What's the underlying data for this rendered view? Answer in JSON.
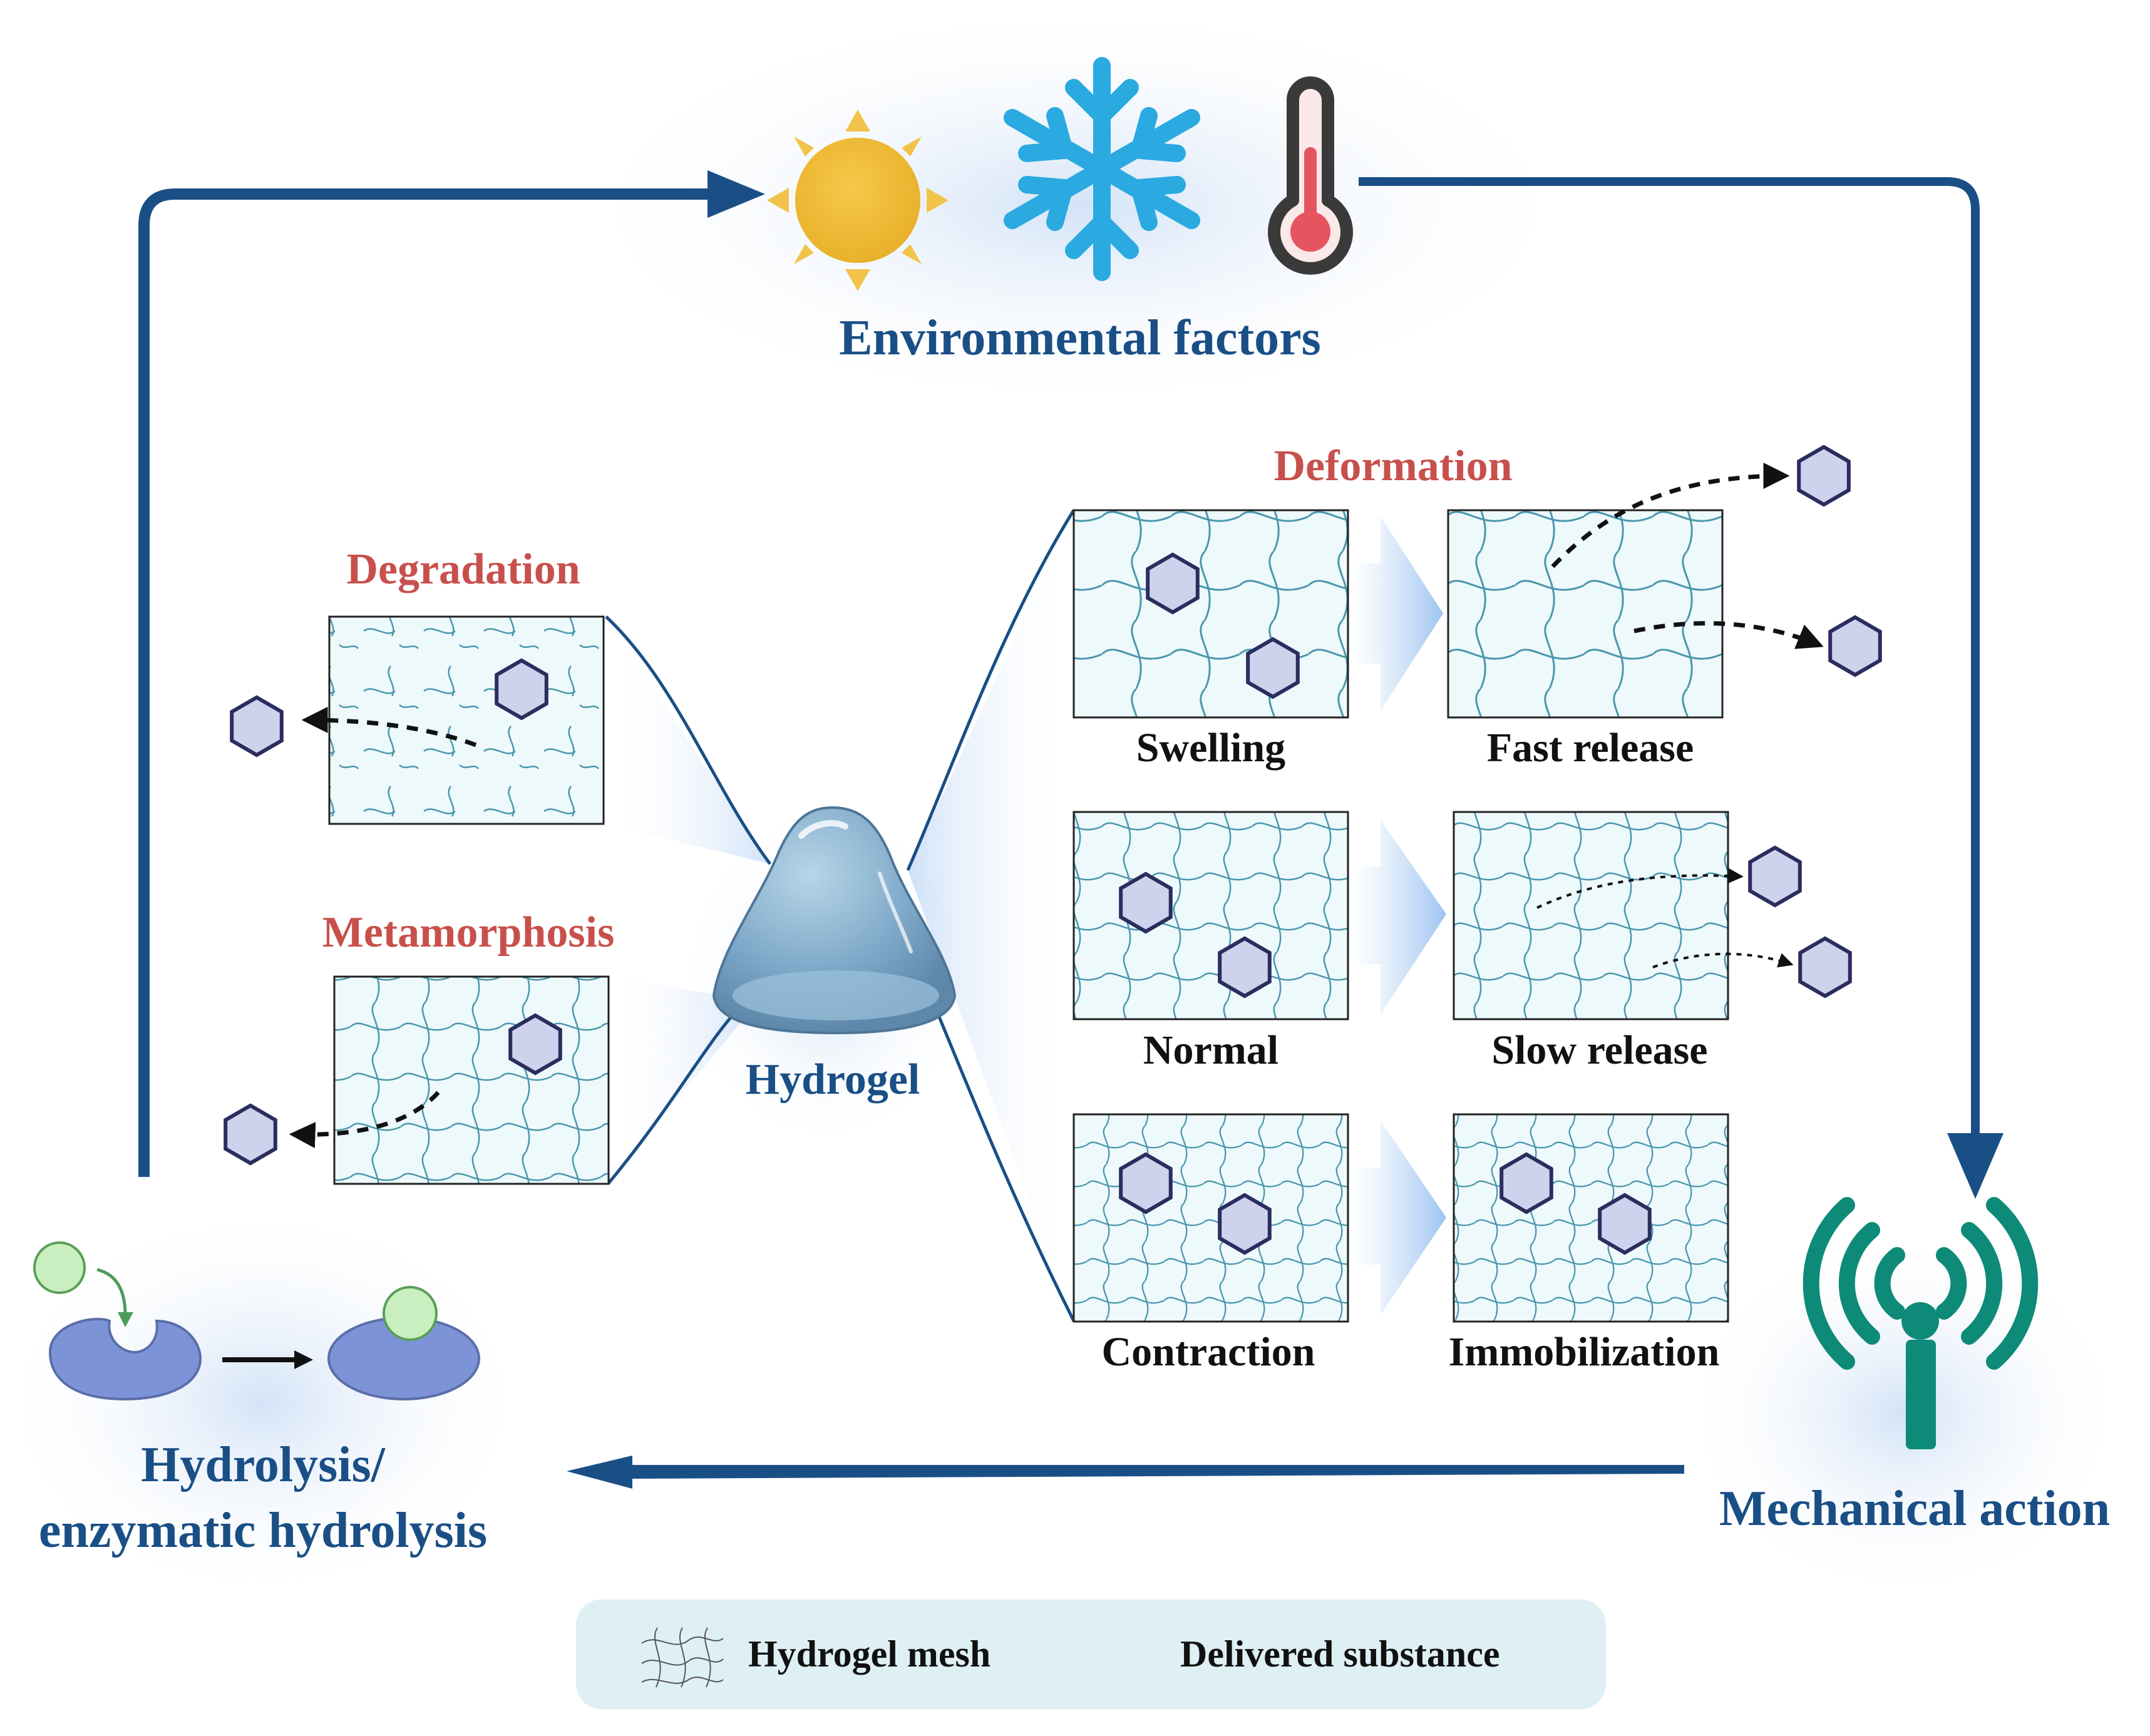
{
  "top": {
    "title": "Environmental factors",
    "icons": [
      "sun-icon",
      "snowflake-icon",
      "thermometer-icon"
    ]
  },
  "center": {
    "title": "Hydrogel"
  },
  "left": {
    "degradation": "Degradation",
    "metamorphosis": "Metamorphosis"
  },
  "right": {
    "title": "Deformation",
    "rows": [
      {
        "from": "Swelling",
        "to": "Fast release"
      },
      {
        "from": "Normal",
        "to": "Slow release"
      },
      {
        "from": "Contraction",
        "to": "Immobilization"
      }
    ]
  },
  "bottom_left": {
    "line1": "Hydrolysis/",
    "line2": "enzymatic hydrolysis"
  },
  "bottom_right": {
    "title": "Mechanical action"
  },
  "legend": {
    "mesh": "Hydrogel mesh",
    "substance": "Delivered substance"
  },
  "colors": {
    "flow": "#1a4f86",
    "accent_red": "#c8504c",
    "mesh_line": "#4a97ad",
    "mesh_fill": "#eef9fb",
    "substance": "#cdd3ec",
    "enzyme": "#7d93d8",
    "signal": "#0e8a78"
  }
}
